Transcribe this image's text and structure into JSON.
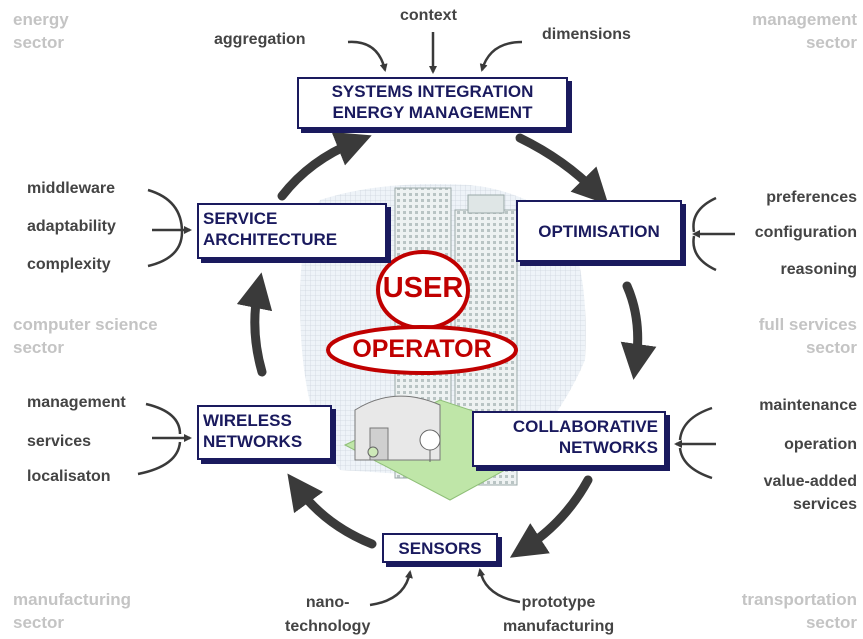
{
  "sectors": {
    "energy": [
      "energy",
      "sector"
    ],
    "management": [
      "management",
      "sector"
    ],
    "computer_science": [
      "computer science",
      "sector"
    ],
    "full_services": [
      "full services",
      "sector"
    ],
    "manufacturing": [
      "manufacturing",
      "sector"
    ],
    "transportation": [
      "transportation",
      "sector"
    ]
  },
  "boxes": {
    "systems_integration": [
      "SYSTEMS INTEGRATION",
      "ENERGY MANAGEMENT"
    ],
    "optimisation": [
      "OPTIMISATION"
    ],
    "collaborative_networks": [
      "COLLABORATIVE",
      "NETWORKS"
    ],
    "sensors": [
      "SENSORS"
    ],
    "wireless_networks": [
      "WIRELESS",
      "NETWORKS"
    ],
    "service_architecture": [
      "SERVICE",
      "ARCHITECTURE"
    ]
  },
  "center": {
    "user": "USER",
    "operator": "OPERATOR"
  },
  "labels": {
    "top": {
      "context": "context",
      "aggregation": "aggregation",
      "dimensions": "dimensions"
    },
    "optimisation": {
      "preferences": "preferences",
      "configuration": "configuration",
      "reasoning": "reasoning"
    },
    "collaborative": {
      "maintenance": "maintenance",
      "operation": "operation",
      "value_added_1": "value-added",
      "value_added_2": "services"
    },
    "sensors": {
      "nano_1": "nano-",
      "nano_2": "technology",
      "prototype_1": "prototype",
      "prototype_2": "manufacturing"
    },
    "wireless": {
      "management": "management",
      "services": "services",
      "localisaton": "localisaton"
    },
    "service_arch": {
      "middleware": "middleware",
      "adaptability": "adaptability",
      "complexity": "complexity"
    }
  },
  "colors": {
    "box_border": "#1a1a5e",
    "accent_red": "#c00000",
    "sector_gray": "#c4c4c4",
    "arrow_gray": "#3a3a3a"
  }
}
